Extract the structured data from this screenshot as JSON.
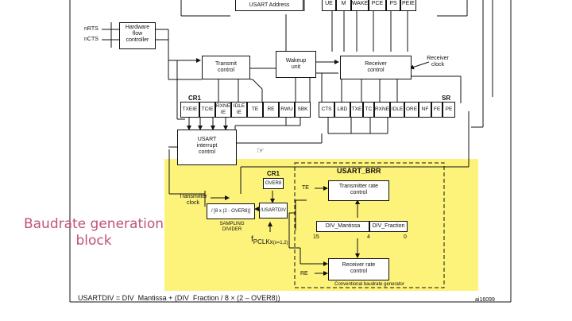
{
  "top_boxes": {
    "usart_address": "USART Address",
    "ue": "UE",
    "m": "M",
    "wake": "WAKE",
    "pce": "PCE",
    "ps": "PS",
    "peie": "PEIE"
  },
  "signals": {
    "nrts": "nRTS",
    "ncts": "nCTS",
    "receiver_clock": "Receiver\nclock",
    "transmitter_clock": "Transmitter\nclock",
    "te": "TE",
    "re": "RE",
    "fpclk_main": "f",
    "fpclk_sub": "PCLKx",
    "fpclk_suffix": "(x=1,2)"
  },
  "blocks": {
    "hw_flow_controller": "Hardware\nflow\ncontroller",
    "transmit_control": "Transmit\ncontrol",
    "wakeup_unit": "Wakeup\nunit",
    "receiver_control": "Receiver\ncontrol",
    "interrupt_control": "USART\ninterrupt\ncontrol",
    "tx_rate_control": "Transmitter rate\ncontrol",
    "rx_rate_control": "Receiver rate\ncontrol",
    "conventional_generator": "Conventional baudrate generator",
    "sampling_divider": "SAMPLING\nDIVIDER",
    "div_8": "/ [8 x (2 - OVER8)]",
    "div_usartdiv": "/USARTDIV"
  },
  "registers": {
    "cr1_label": "CR1",
    "sr_label": "SR",
    "cr1_cells": [
      "TXEIE",
      "TCIE",
      "RXNE\nIE",
      "IDLE\nIE",
      "TE",
      "RE",
      "RWU",
      "SBK"
    ],
    "sr_cells": [
      "CTS",
      "LBD",
      "TXE",
      "TC",
      "RXNE",
      "IDLE",
      "ORE",
      "NF",
      "FE",
      "PE"
    ],
    "cr1_small_label": "CR1",
    "over8": "OVER8",
    "usart_brr": "USART_BRR",
    "div_mantissa": "DIV_Mantissa",
    "div_fraction": "DIV_Fraction",
    "bit15": "15",
    "bit4": "4",
    "bit0": "0"
  },
  "annotations": {
    "baudrate_title": "Baudrate generation\nblock",
    "formula": "USARTDIV = DIV_Mantissa + (DIV_Fraction / 8 × (2 – OVER8))",
    "figure_id": "ai16099"
  },
  "colors": {
    "highlight": "#fdf27a",
    "annotation_text": "#c0527b",
    "lines": "#111111"
  }
}
